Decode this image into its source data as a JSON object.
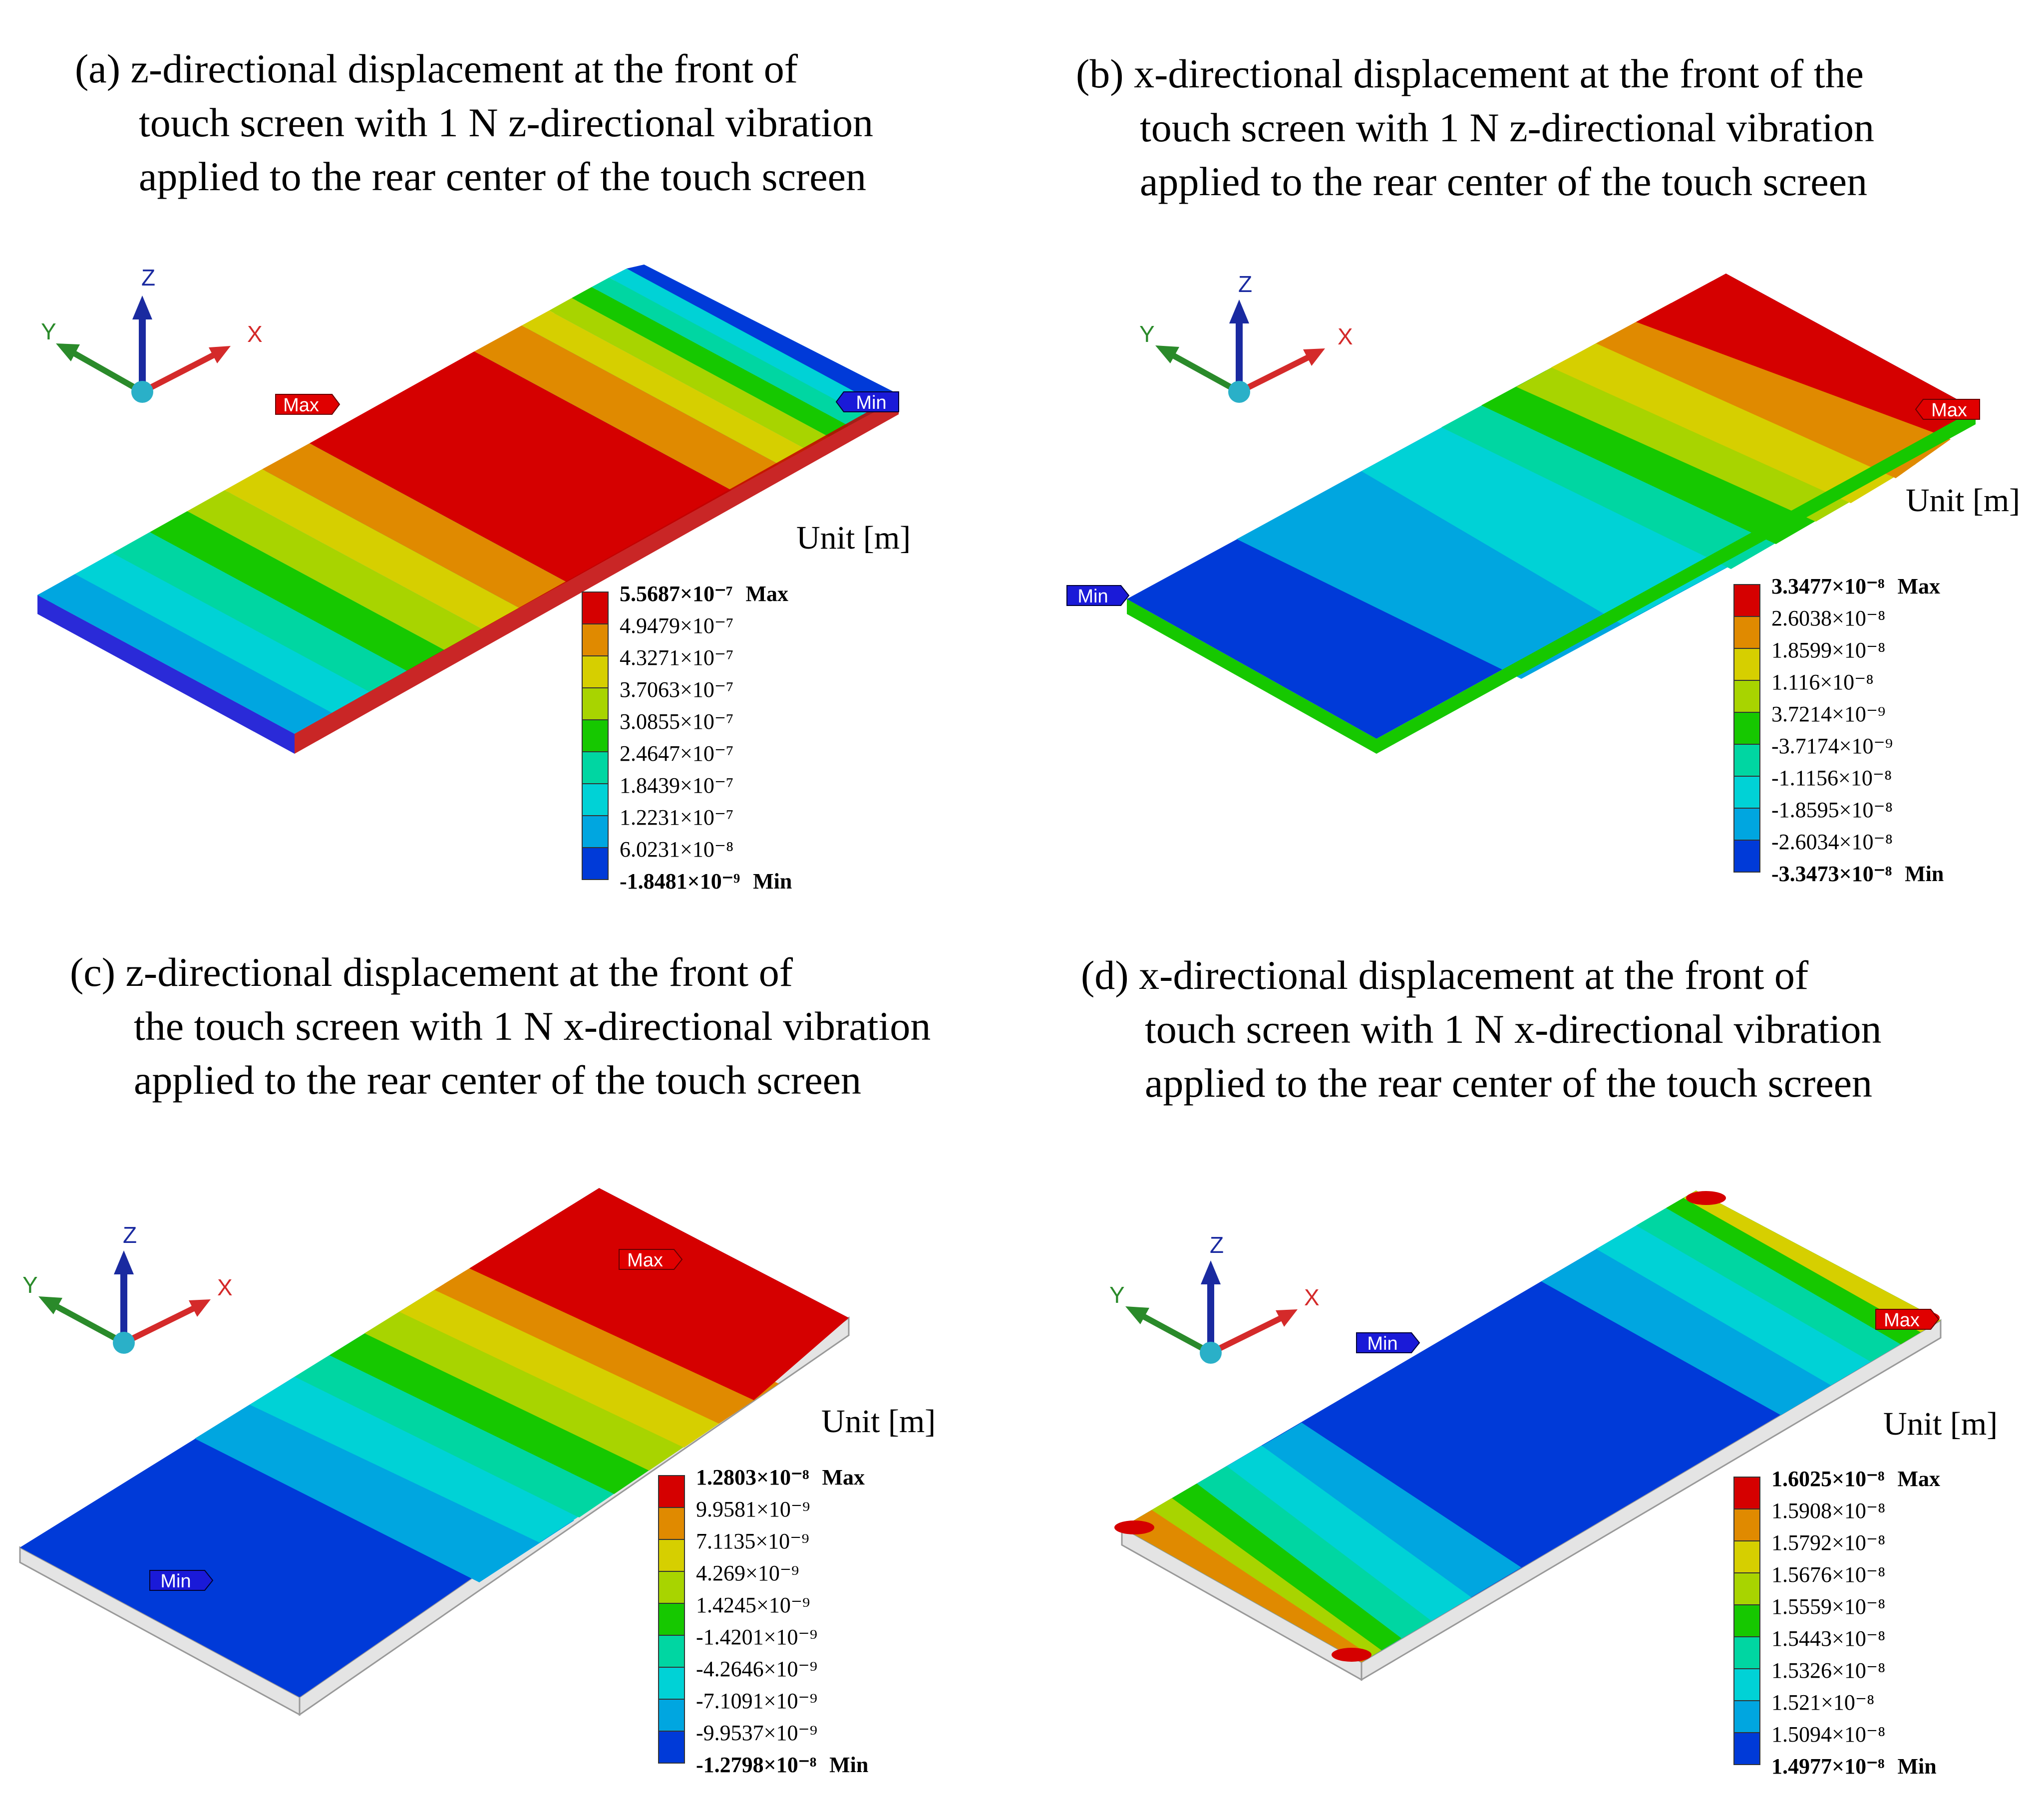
{
  "panels": [
    {
      "id": "a",
      "caption": [
        "(a) z-directional displacement at the front of",
        "touch screen with 1 N z-directional vibration",
        "applied to the rear center of the touch screen"
      ],
      "unit": "Unit [m]",
      "max_marker": "Max",
      "min_marker": "Min",
      "legend": [
        "5.5687×10⁻⁷",
        "4.9479×10⁻⁷",
        "4.3271×10⁻⁷",
        "3.7063×10⁻⁷",
        "3.0855×10⁻⁷",
        "2.4647×10⁻⁷",
        "1.8439×10⁻⁷",
        "1.2231×10⁻⁷",
        "6.0231×10⁻⁸",
        "-1.8481×10⁻⁹"
      ]
    },
    {
      "id": "b",
      "caption": [
        "(b) x-directional displacement at the front of the",
        "touch screen with 1 N z-directional vibration",
        "applied to the rear center of the touch screen"
      ],
      "unit": "Unit [m]",
      "max_marker": "Max",
      "min_marker": "Min",
      "legend": [
        "3.3477×10⁻⁸",
        "2.6038×10⁻⁸",
        "1.8599×10⁻⁸",
        "1.116×10⁻⁸",
        "3.7214×10⁻⁹",
        "-3.7174×10⁻⁹",
        "-1.1156×10⁻⁸",
        "-1.8595×10⁻⁸",
        "-2.6034×10⁻⁸",
        "-3.3473×10⁻⁸"
      ]
    },
    {
      "id": "c",
      "caption": [
        "(c) z-directional displacement at the front of",
        "the touch screen with 1 N x-directional vibration",
        "applied to the rear center of the touch screen"
      ],
      "unit": "Unit [m]",
      "max_marker": "Max",
      "min_marker": "Min",
      "legend": [
        "1.2803×10⁻⁸",
        "9.9581×10⁻⁹",
        "7.1135×10⁻⁹",
        "4.269×10⁻⁹",
        "1.4245×10⁻⁹",
        "-1.4201×10⁻⁹",
        "-4.2646×10⁻⁹",
        "-7.1091×10⁻⁹",
        "-9.9537×10⁻⁹",
        "-1.2798×10⁻⁸"
      ]
    },
    {
      "id": "d",
      "caption": [
        "(d) x-directional displacement at the front of",
        "touch screen with 1 N x-directional vibration",
        "applied to the rear center of the touch screen"
      ],
      "unit": "Unit [m]",
      "max_marker": "Max",
      "min_marker": "Min",
      "legend": [
        "1.6025×10⁻⁸",
        "1.5908×10⁻⁸",
        "1.5792×10⁻⁸",
        "1.5676×10⁻⁸",
        "1.5559×10⁻⁸",
        "1.5443×10⁻⁸",
        "1.5326×10⁻⁸",
        "1.521×10⁻⁸",
        "1.5094×10⁻⁸",
        "1.4977×10⁻⁸"
      ]
    }
  ],
  "legend_tags": {
    "max": "Max",
    "min": "Min"
  },
  "axes": {
    "x": "X",
    "y": "Y",
    "z": "Z"
  },
  "colors": {
    "contour": [
      "#d50000",
      "#e08a00",
      "#d6cf00",
      "#a8d400",
      "#16c800",
      "#00d6a2",
      "#00d2d6",
      "#00a6e0",
      "#003ad8"
    ],
    "x_axis": "#d42a2a",
    "y_axis": "#2a8a2a",
    "z_axis": "#1a2aa0",
    "origin": "#2ab0c8",
    "max_flag": "#e00000",
    "min_flag": "#1a1ad8"
  }
}
